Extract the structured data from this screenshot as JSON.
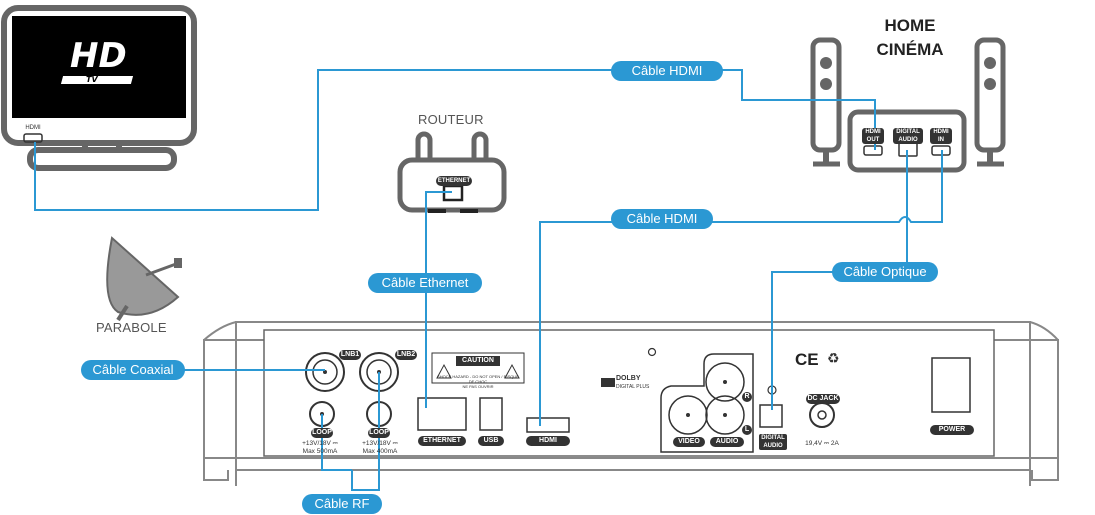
{
  "title": {
    "line1": "HOME",
    "line2": "CINÉMA"
  },
  "devices": {
    "tv": {
      "logo": "HD",
      "logo_sub": "TV",
      "port": "HDMI"
    },
    "router": {
      "label": "ROUTEUR",
      "port": "ETHERNET"
    },
    "dish": {
      "label": "PARABOLE"
    },
    "home_cinema": {
      "ports": [
        {
          "line1": "HDMI",
          "line2": "OUT"
        },
        {
          "line1": "DIGITAL",
          "line2": "AUDIO"
        },
        {
          "line1": "HDMI",
          "line2": "IN"
        }
      ]
    }
  },
  "cables": {
    "hdmi_top": "Câble HDMI",
    "hdmi_mid": "Câble HDMI",
    "ethernet": "Câble Ethernet",
    "optique": "Câble Optique",
    "coaxial": "Câble Coaxial",
    "rf": "Câble RF"
  },
  "receiver_panel": {
    "lnb1": "LNB1",
    "lnb2": "LNB2",
    "loop1": "LOOP",
    "loop2": "LOOP",
    "loop1_spec1": "+13V/18V ⎓",
    "loop1_spec2": "Max 500mA",
    "loop2_spec1": "+13V/18V ⎓",
    "loop2_spec2": "Max 400mA",
    "caution": "CAUTION",
    "caution_text": "SHOCK HAZARD - DO NOT OPEN / RISQUE DE CHOC",
    "caution_text2": "NE PAS OUVRIR",
    "ethernet": "ETHERNET",
    "usb": "USB",
    "hdmi": "HDMI",
    "dolby1": "DOLBY",
    "dolby2": "DIGITAL PLUS",
    "video": "VIDEO",
    "audio": "AUDIO",
    "r": "R",
    "l": "L",
    "digital_audio1": "DIGITAL",
    "digital_audio2": "AUDIO",
    "ce": "CE",
    "dc_jack": "DC JACK",
    "dc_spec": "19,4V ⎓ 2A",
    "power": "POWER"
  },
  "colors": {
    "cable": "#2b98d3",
    "outline": "#555555",
    "screen": "#000000"
  }
}
